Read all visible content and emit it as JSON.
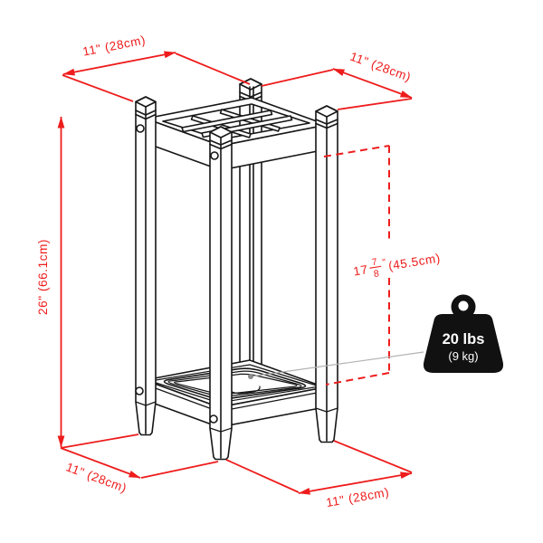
{
  "diagram": {
    "description": "Umbrella stand product dimension diagram",
    "dim_top_left": "11\" (28cm)",
    "dim_top_right": "11\" (28cm)",
    "dim_height": "26\" (66.1cm)",
    "dim_bottom_left": "11\" (28cm)",
    "dim_bottom_right": "11\" (28cm)",
    "dim_clearance": {
      "whole": "17",
      "numerator": "7",
      "denominator": "8",
      "inch_mark": "\"",
      "metric": "(45.5cm)"
    },
    "weight_capacity": {
      "lbs": "20 lbs",
      "kg": "(9 kg)"
    },
    "colors": {
      "dimension_red": "#ee1c1c",
      "line_black": "#161616",
      "leader_gray": "#b3b3b3",
      "weight_fill": "#111111",
      "background": "#ffffff"
    }
  }
}
